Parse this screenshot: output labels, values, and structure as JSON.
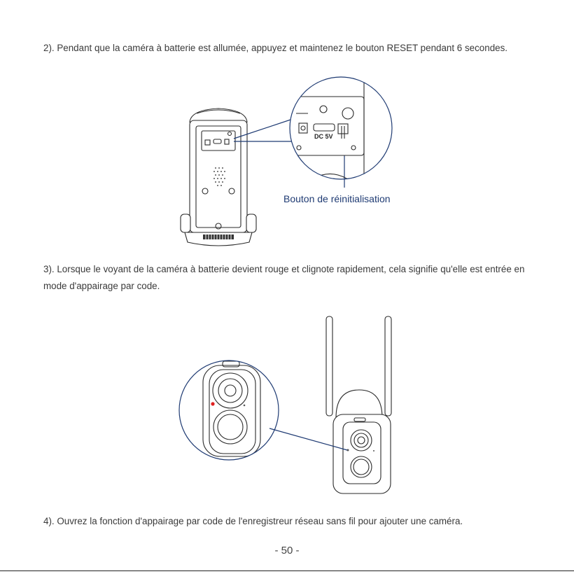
{
  "paragraphs": {
    "step2": "2). Pendant que la caméra à batterie est allumée, appuyez et maintenez le bouton RESET pendant 6 secondes.",
    "step3": "3). Lorsque le voyant de la caméra à batterie devient rouge et clignote rapidement, cela signifie qu'elle est entrée en mode d'appairage par code.",
    "step4": "4). Ouvrez la fonction d'appairage par code de l'enregistreur réseau sans fil pour ajouter une caméra."
  },
  "figure1": {
    "callout_label": "Bouton de réinitialisation",
    "port_label": "DC  5V"
  },
  "page_number": "- 50 -",
  "colors": {
    "callout": "#1f3b73",
    "led": "#e02020",
    "text": "#3a3a3a"
  }
}
